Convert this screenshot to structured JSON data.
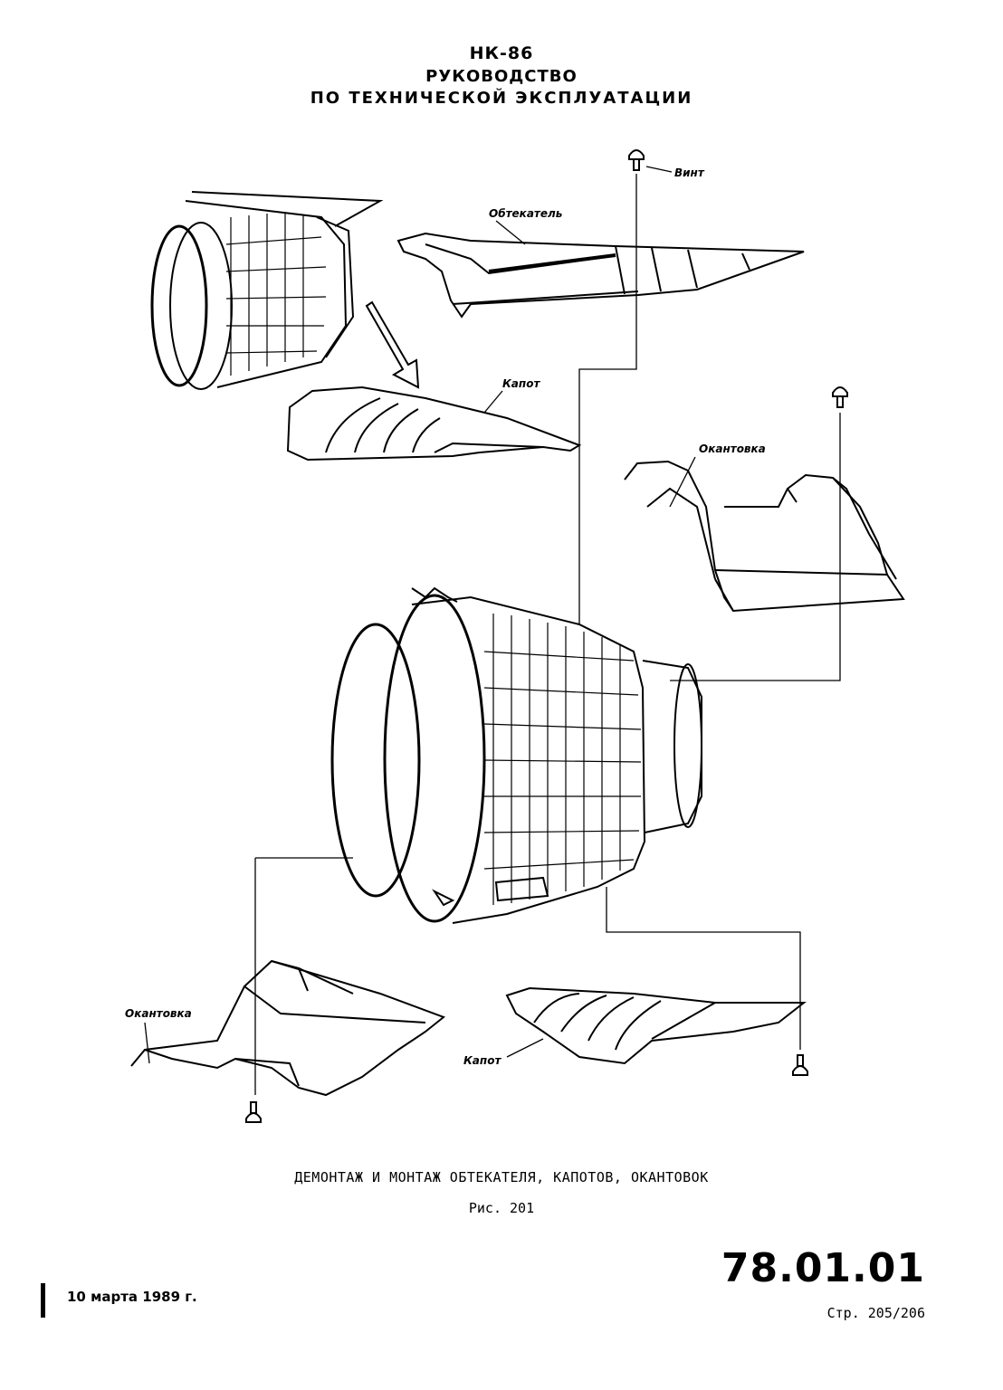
{
  "header": {
    "line1": "НК-86",
    "line2": "РУКОВОДСТВО",
    "line3": "ПО ТЕХНИЧЕСКОЙ ЭКСПЛУАТАЦИИ"
  },
  "labels": {
    "vint": "Винт",
    "obtekatel": "Обтекатель",
    "kapot_top": "Капот",
    "okantovka_right": "Окантовка",
    "okantovka_left": "Окантовка",
    "kapot_bottom": "Капот"
  },
  "caption": {
    "title": "ДЕМОНТАЖ И МОНТАЖ ОБТЕКАТЕЛЯ, КАПОТОВ, ОКАНТОВОК",
    "figure": "Рис. 201"
  },
  "footer": {
    "doc_number": "78.01.01",
    "date": "10 марта 1989 г.",
    "page": "Стр. 205/206"
  }
}
